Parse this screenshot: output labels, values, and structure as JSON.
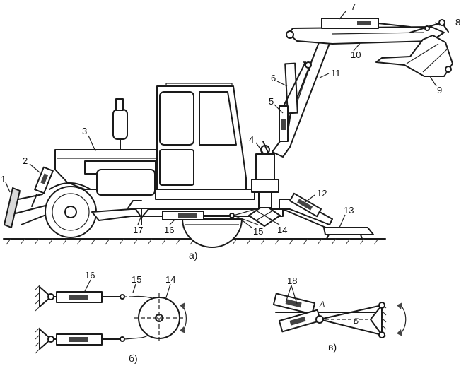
{
  "labels": {
    "n1": "1",
    "n2": "2",
    "n3": "3",
    "n4": "4",
    "n5": "5",
    "n6": "6",
    "n7": "7",
    "n8": "8",
    "n9": "9",
    "n10": "10",
    "n11": "11",
    "n12": "12",
    "n13": "13",
    "n14": "14",
    "n15": "15",
    "n16": "16",
    "n17": "17",
    "b16": "16",
    "b15": "15",
    "b14": "14",
    "c18": "18"
  },
  "captions": {
    "a": "а)",
    "b": "б)",
    "c": "в)"
  },
  "letters": {
    "A": "А",
    "B": "Б"
  }
}
